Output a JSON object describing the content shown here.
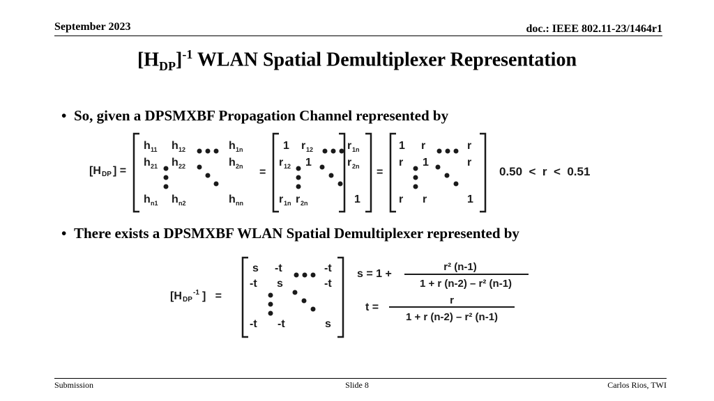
{
  "header": {
    "date": "September 2023",
    "doc": "doc.: IEEE 802.11-23/1464r1"
  },
  "title": {
    "prefix": "[H",
    "sub": "DP",
    "bracket_close": "]",
    "sup": "-1",
    "text": " WLAN Spatial Demultiplexer Representation"
  },
  "bullets": [
    "So, given a DPSMXBF Propagation Channel represented by",
    "There exists a DPSMXBF WLAN Spatial Demultiplexer represented by"
  ],
  "eq1": {
    "lhs_main": "[H",
    "lhs_sub": "DP",
    "lhs_close": "] =",
    "eq": "=",
    "m1": {
      "r1": [
        "h",
        "11",
        "h",
        "12",
        "h",
        "1n"
      ],
      "r2": [
        "h",
        "21",
        "h",
        "22",
        "h",
        "2n"
      ],
      "r3": [
        "h",
        "n1",
        "h",
        "n2",
        "h",
        "nn"
      ]
    },
    "m2": {
      "r1": [
        "1",
        "r",
        "12",
        "r",
        "1n"
      ],
      "r2": [
        "r",
        "12",
        "1",
        "r",
        "2n"
      ],
      "r3": [
        "r",
        "1n",
        "r",
        "2n",
        "1"
      ]
    },
    "m3": {
      "r1": [
        "1",
        "r",
        "r"
      ],
      "r2": [
        "r",
        "1",
        "r"
      ],
      "r3": [
        "r",
        "r",
        "1"
      ]
    },
    "range": "0.50  <  r  <  0.51"
  },
  "eq2": {
    "lhs_main": "[H",
    "lhs_sub": "DP",
    "lhs_sup": "-1",
    "lhs_close": "]   =",
    "m": {
      "r1": [
        "s",
        "-t",
        "-t"
      ],
      "r2": [
        "-t",
        "s",
        "-t"
      ],
      "r3": [
        "-t",
        "-t",
        "s"
      ]
    },
    "s_label": "s = 1 +",
    "s_num": "r² (n-1)",
    "s_den": "1 + r (n-2) – r² (n-1)",
    "t_label": "t =",
    "t_num": "r",
    "t_den": "1 + r (n-2) – r² (n-1)"
  },
  "footer": {
    "left": "Submission",
    "center": "Slide 8",
    "right": "Carlos Rios, TWI"
  }
}
